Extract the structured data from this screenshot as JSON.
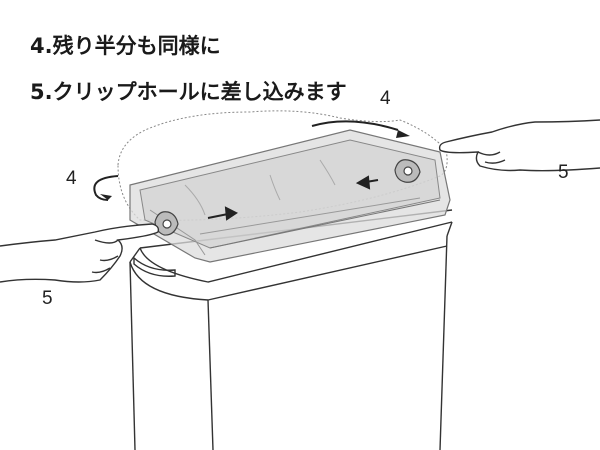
{
  "instructions": {
    "step4": "4.残り半分も同様に",
    "step5": "5.クリップホールに差し込みます"
  },
  "callouts": {
    "top_right_arrow": "4",
    "left_arrow": "4",
    "right_hand": "5",
    "left_hand": "5"
  },
  "icons": [
    "curved-arrow-icon",
    "straight-arrow-icon",
    "pointing-hand-icon",
    "clip-hole-icon"
  ]
}
